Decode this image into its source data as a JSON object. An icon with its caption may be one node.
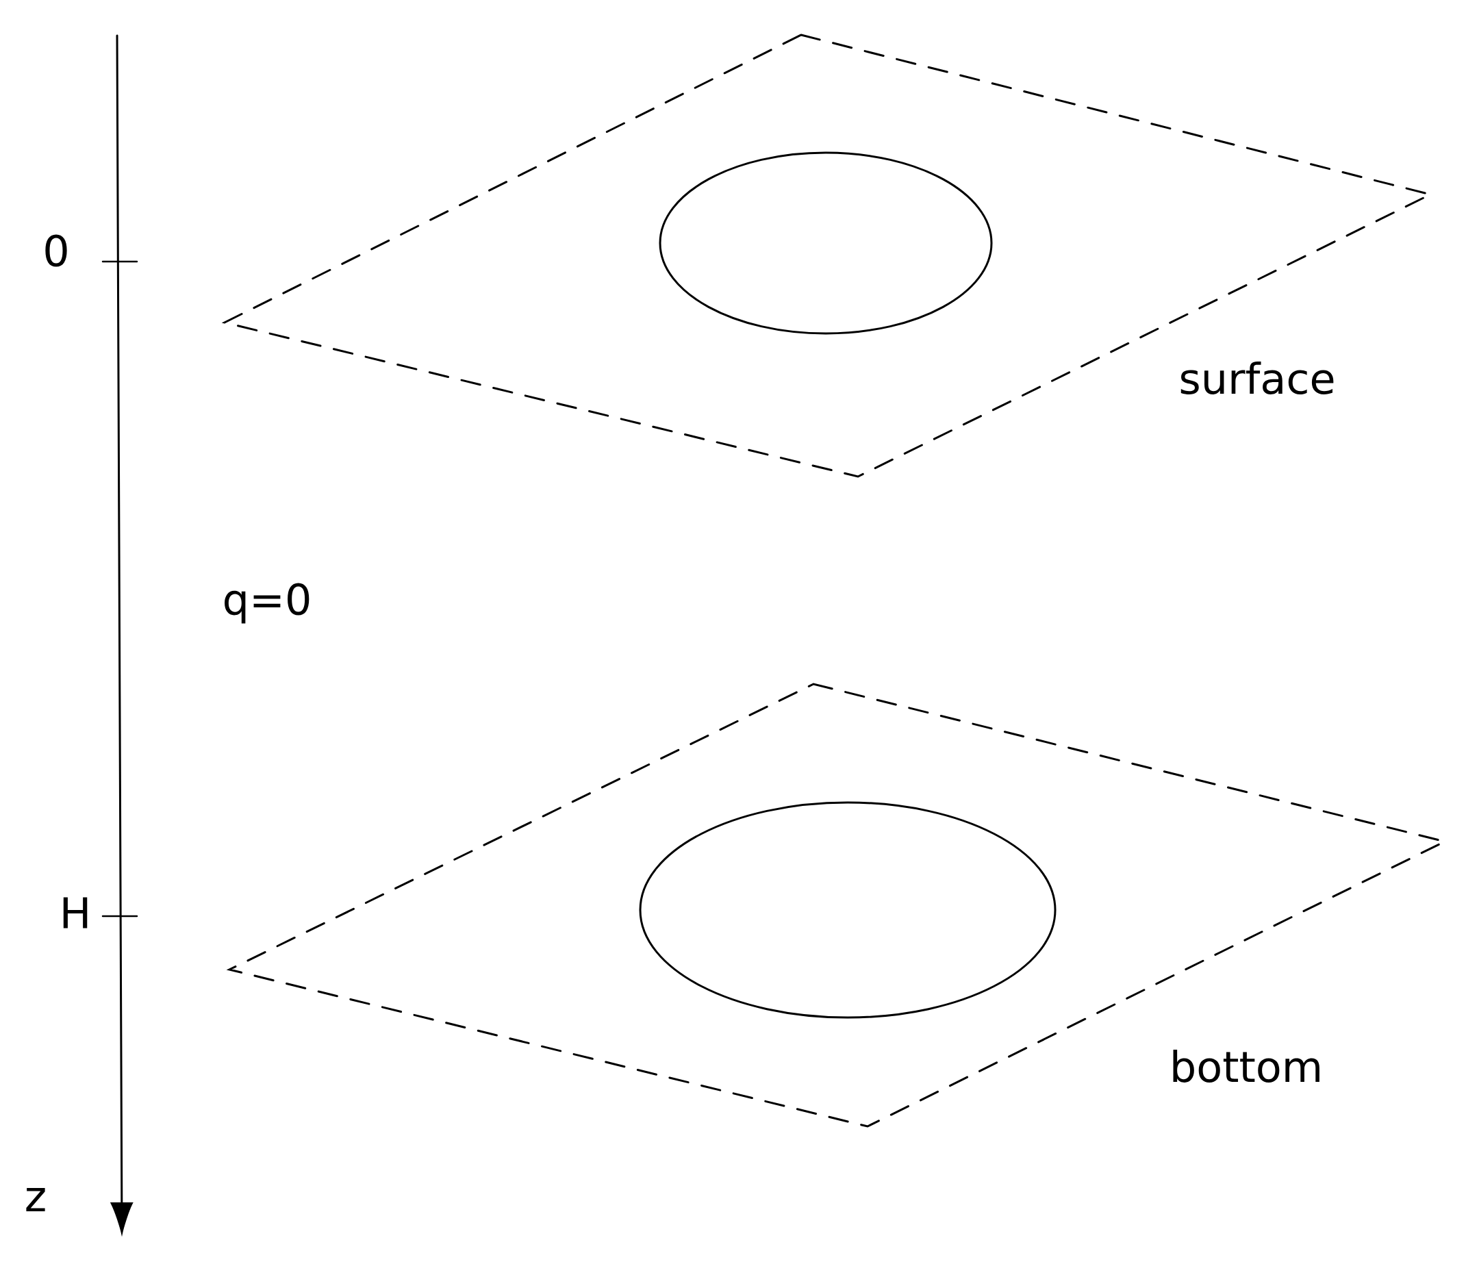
{
  "diagram": {
    "nodes": [
      {
        "text": [
          "surface"
        ]
      },
      {
        "text": [],
        "shape": "circle",
        "in": 0
      },
      {
        "text": [
          "bottom"
        ]
      },
      {
        "text": [],
        "shape": "circle",
        "in": 2
      }
    ],
    "labels": [
      "0",
      "H",
      "q=0",
      "z"
    ]
  }
}
